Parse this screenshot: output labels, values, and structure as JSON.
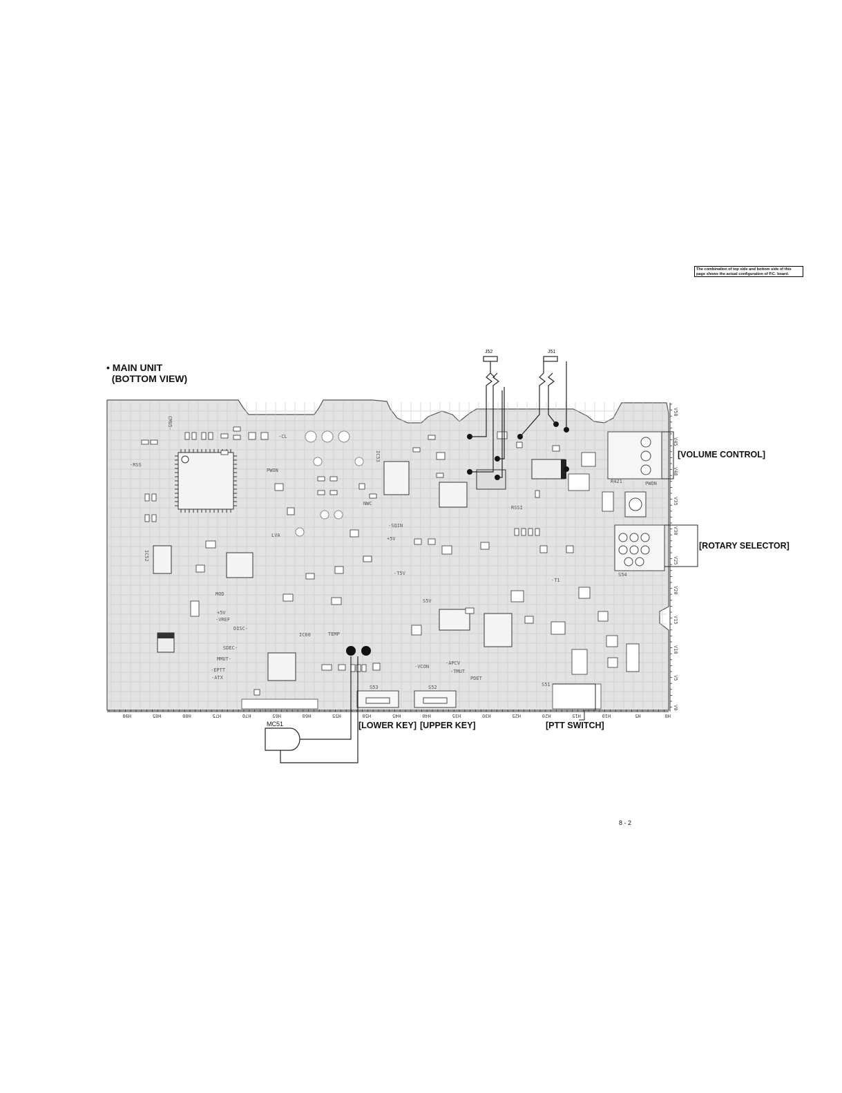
{
  "note": "The combination of top side and bottom side of this page shows the actual configuration of P.C. board.",
  "title": {
    "line1": "• MAIN UNIT",
    "line2": "(BOTTOM VIEW)"
  },
  "connectors": {
    "j52": "J52",
    "j51": "J51",
    "mc51": "MC51"
  },
  "callouts": {
    "volume_control": "[VOLUME CONTROL]",
    "rotary_selector": "[ROTARY SELECTOR]",
    "lower_key": "[LOWER KEY]",
    "upper_key": "[UPPER KEY]",
    "ptt_switch": "[PTT SWITCH]"
  },
  "h_scale": [
    "H90",
    "H85",
    "H80",
    "H75",
    "H70",
    "H65",
    "H60",
    "H55",
    "H50",
    "H45",
    "H40",
    "H35",
    "H30",
    "H25",
    "H20",
    "H15",
    "H10",
    "H5",
    "H0"
  ],
  "v_scale": [
    "V50",
    "V45",
    "V40",
    "V35",
    "V30",
    "V25",
    "V20",
    "V15",
    "V10",
    "V5",
    "V0"
  ],
  "silkscreen": {
    "cl": "-CL",
    "pwon": "PWON",
    "ress": "-RSS",
    "cmu": "CMU5-",
    "lva": "LVA",
    "mod": "MOD",
    "vref": "-VREF",
    "p5v": "+5V",
    "disc": "DISC-",
    "sdec": "SDEC-",
    "mmut": "MMUT-",
    "eptt": "-EPTT",
    "atx": "-ATX",
    "ic60": "IC60",
    "temp": "TEMP",
    "nwc": "NWC",
    "sq": "-SQIN",
    "p5v2": "+5V",
    "t5v": "-T5V",
    "s5v": "S5V",
    "apcv": "-APCV",
    "tmut": "-TMUT",
    "vcon": "-VCON",
    "pdet": "PDET",
    "rssi": "RSSI",
    "t1": "-T1",
    "r421": "R421",
    "pwon2": "PWON",
    "s54": "S54",
    "s53": "S53",
    "s52": "S52",
    "s51": "S51",
    "ic52": "IC52",
    "ic53": "IC53"
  },
  "page_number": "8 - 2"
}
